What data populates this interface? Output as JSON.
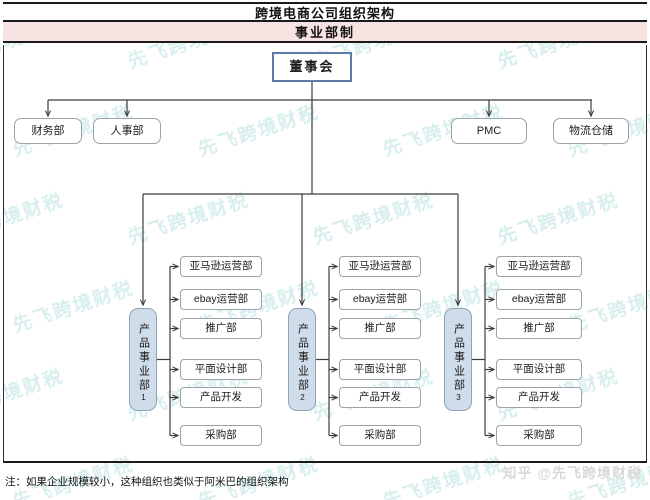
{
  "header": {
    "title": "跨境电商公司组织架构",
    "subtitle": "事业部制",
    "title_bg": "#ffffff",
    "subtitle_bg": "#f7e3e1"
  },
  "colors": {
    "board_border": "#5b7ba8",
    "division_fill": "#cfdcea",
    "division_border": "#8fa3b8",
    "box_border": "#9aa3ab",
    "connector": "#3c3c3c",
    "watermark": "#d6efee"
  },
  "chart": {
    "root": {
      "label": "董事会",
      "name": "board-of-directors"
    },
    "staff_left": [
      {
        "label": "财务部",
        "name": "finance-department"
      },
      {
        "label": "人事部",
        "name": "hr-department"
      }
    ],
    "staff_right": [
      {
        "label": "PMC",
        "name": "pmc-department"
      },
      {
        "label": "物流仓储",
        "name": "logistics-warehouse-department"
      }
    ],
    "divisions": [
      {
        "label": "产品事业部",
        "number": "1",
        "name": "product-division-1",
        "children": [
          {
            "label": "亚马逊运营部",
            "name": "amazon-operations"
          },
          {
            "label": "ebay运营部",
            "name": "ebay-operations"
          },
          {
            "label": "推广部",
            "name": "promotion-department"
          },
          {
            "label": "平面设计部",
            "name": "graphic-design-department"
          },
          {
            "label": "产品开发",
            "name": "product-development"
          },
          {
            "label": "采购部",
            "name": "purchasing-department"
          }
        ]
      },
      {
        "label": "产品事业部",
        "number": "2",
        "name": "product-division-2",
        "children": [
          {
            "label": "亚马逊运营部",
            "name": "amazon-operations"
          },
          {
            "label": "ebay运营部",
            "name": "ebay-operations"
          },
          {
            "label": "推广部",
            "name": "promotion-department"
          },
          {
            "label": "平面设计部",
            "name": "graphic-design-department"
          },
          {
            "label": "产品开发",
            "name": "product-development"
          },
          {
            "label": "采购部",
            "name": "purchasing-department"
          }
        ]
      },
      {
        "label": "产品事业部",
        "number": "3",
        "name": "product-division-3",
        "children": [
          {
            "label": "亚马逊运营部",
            "name": "amazon-operations"
          },
          {
            "label": "ebay运营部",
            "name": "ebay-operations"
          },
          {
            "label": "推广部",
            "name": "promotion-department"
          },
          {
            "label": "平面设计部",
            "name": "graphic-design-department"
          },
          {
            "label": "产品开发",
            "name": "product-development"
          },
          {
            "label": "采购部",
            "name": "purchasing-department"
          }
        ]
      }
    ]
  },
  "footer": {
    "note": "注：如果企业规模较小，这种组织也类似于阿米巴的组织架构",
    "watermark": "知乎 @先飞跨境财税"
  },
  "background_watermark_text": "先飞跨境财税"
}
